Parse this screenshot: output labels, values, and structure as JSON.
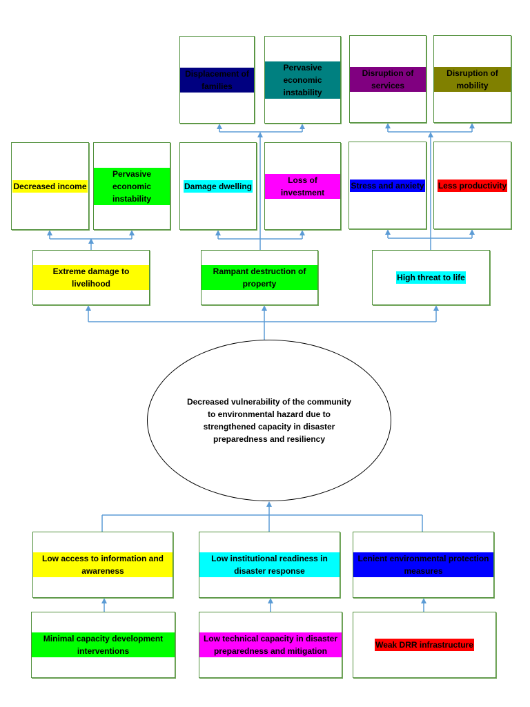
{
  "central": "Decreased vulnerability of the community to environmental hazard due to strengthened capacity in disaster preparedness and resiliency",
  "effects": [
    {
      "text": "Extreme damage to livelihood",
      "color": "#ffff00",
      "sub": [
        {
          "text": "Decreased income",
          "color": "#ffff00"
        },
        {
          "text": "Pervasive economic instability",
          "color": "#00ff00"
        }
      ]
    },
    {
      "text": "Rampant destruction of property",
      "color": "#00ff00",
      "sub": [
        {
          "text": "Damage dwelling",
          "color": "#00ffff"
        },
        {
          "text": "Loss of investment",
          "color": "#ff00ff"
        }
      ]
    },
    {
      "text": "High threat to life",
      "color": "#00ffff",
      "sub": [
        {
          "text": "Stress and anxiety",
          "color": "#0000ff"
        },
        {
          "text": "Less productivity",
          "color": "#ff0000"
        }
      ]
    }
  ],
  "top_effects": [
    {
      "text": "Displacement of families",
      "color": "#000080"
    },
    {
      "text": "Pervasive economic instability",
      "color": "#008080"
    },
    {
      "text": "Disruption of services",
      "color": "#800080"
    },
    {
      "text": "Disruption of mobility",
      "color": "#808000"
    }
  ],
  "causes": [
    {
      "text": "Low access to information and awareness",
      "color": "#ffff00"
    },
    {
      "text": "Low institutional readiness in disaster response",
      "color": "#00ffff"
    },
    {
      "text": "Lenient environmental protection measures",
      "color": "#0000ff"
    }
  ],
  "root_causes": [
    {
      "text": "Minimal capacity development interventions",
      "color": "#00ff00"
    },
    {
      "text": "Low technical capacity in disaster preparedness and mitigation",
      "color": "#ff00ff"
    },
    {
      "text": "Weak DRR infrastructure",
      "color": "#ff0000"
    }
  ],
  "connector_color": "#5b9bd5"
}
